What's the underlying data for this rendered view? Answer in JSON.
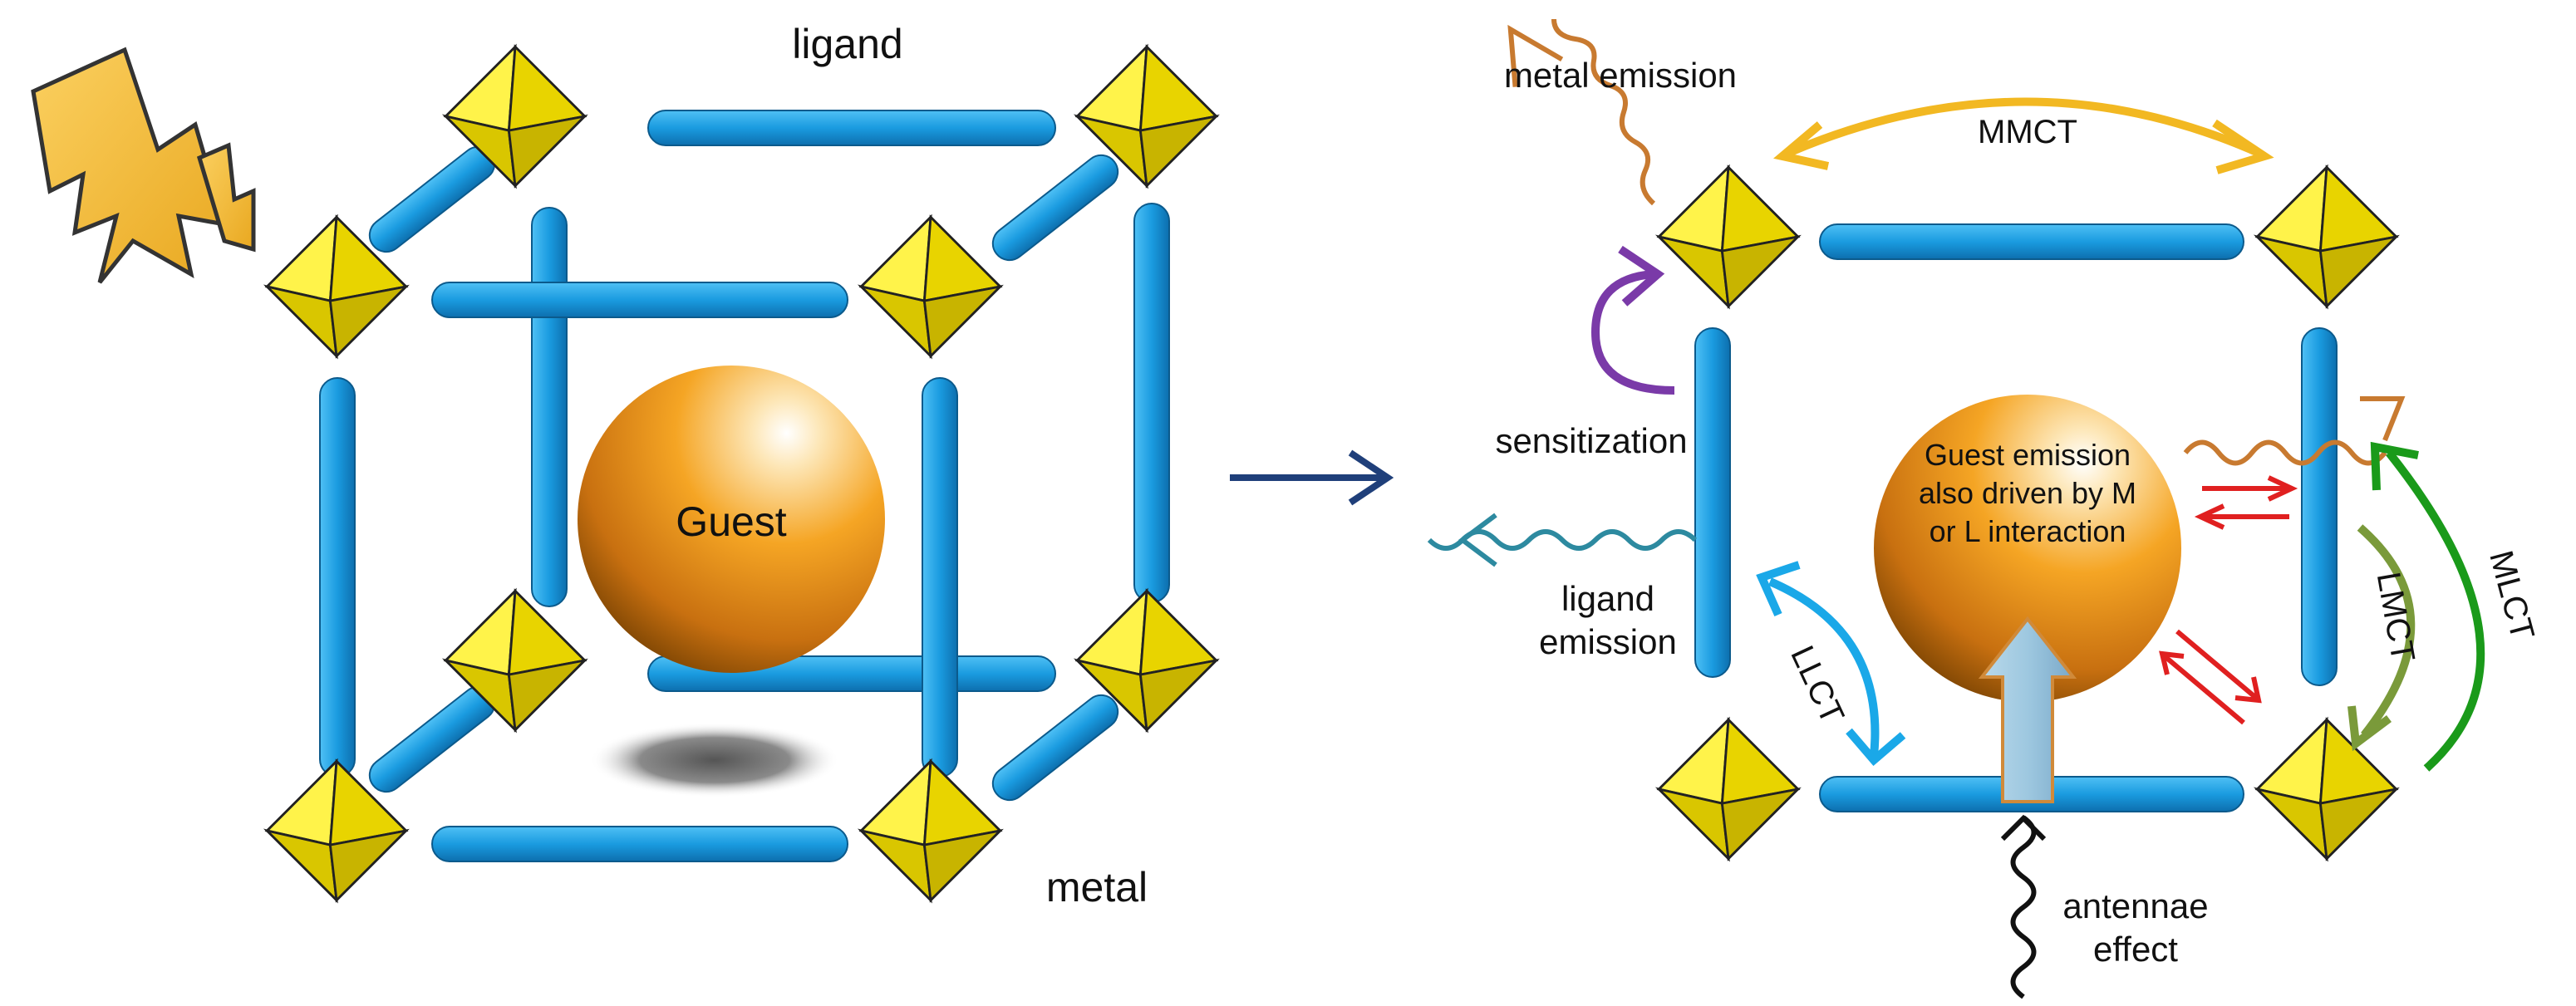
{
  "left_panel": {
    "ligand_label": "ligand",
    "metal_label": "metal",
    "guest_label": "Guest"
  },
  "right_panel": {
    "metal_emission": "metal emission",
    "mmct": "MMCT",
    "sensitization": "sensitization",
    "ligand_emission_1": "ligand",
    "ligand_emission_2": "emission",
    "llct": "LLCT",
    "guest_line_1": "Guest emission",
    "guest_line_2": "also driven by M",
    "guest_line_3": "or L interaction",
    "lmct": "LMCT",
    "mlct": "MLCT",
    "antennae_1": "antennae",
    "antennae_2": "effect"
  },
  "colors": {
    "tube": "#1a9be0",
    "metal_node": "#f5e800",
    "guest": "#f0a020",
    "mmct": "#f2b822",
    "metal_emission": "#c87a30",
    "sensitization": "#7a3aa8",
    "ligand_emission": "#2d8aa0",
    "llct": "#1aa8e8",
    "lmct": "#7a9a3a",
    "mlct": "#1a9a1a",
    "ml_interaction": "#e02020",
    "antenna_arrow": "#9ec8e0",
    "process_arrow": "#1f3f7a"
  }
}
